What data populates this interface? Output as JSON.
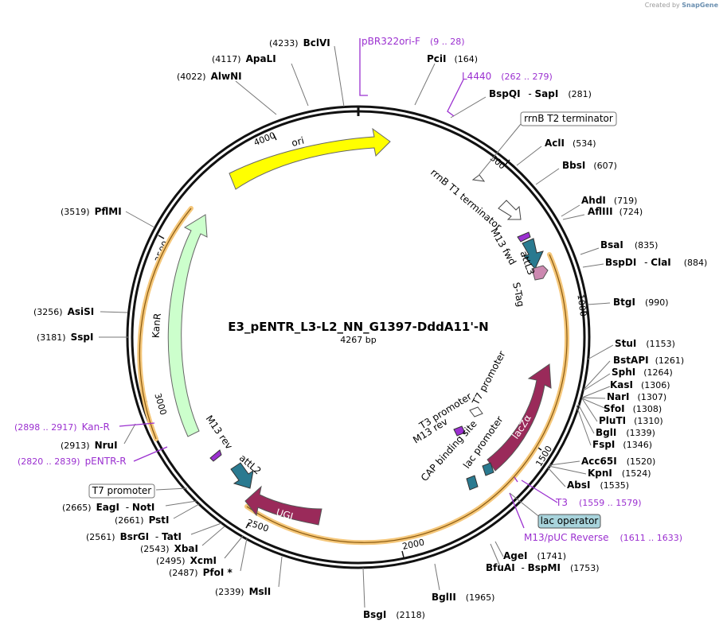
{
  "credit": {
    "prefix": "Created by",
    "brand": "SnapGene"
  },
  "plasmid": {
    "name": "E3_pENTR_L3-L2_NN_G1397-DddA11'-N",
    "length_label": "4267 bp"
  },
  "colors": {
    "backbone": "#111111",
    "primer": "#9b30d0",
    "enzyme": "#000000",
    "ori": "#ffff00",
    "kanr": "#ccffcc",
    "lacza": "#9a2a5a",
    "ugi": "#9a2a5a",
    "att": "#2a7a90",
    "stag": "#cc88b0",
    "halo": "#f5c77a"
  },
  "ticks": [
    "4000",
    "500",
    "1000",
    "1500",
    "2000",
    "2500",
    "3000",
    "3500"
  ],
  "enzymes": [
    {
      "name": "BclVI",
      "pos": "(4233)"
    },
    {
      "name": "PciI",
      "pos": "(164)"
    },
    {
      "name": "ApaLI",
      "pos": "(4117)"
    },
    {
      "name": "AlwNI",
      "pos": "(4022)"
    },
    {
      "name": "BspQI",
      "name2": "SapI",
      "pos": "(281)"
    },
    {
      "name": "AclI",
      "pos": "(534)"
    },
    {
      "name": "BbsI",
      "pos": "(607)"
    },
    {
      "name": "AhdI",
      "pos": "(719)"
    },
    {
      "name": "AflIII",
      "pos": "(724)"
    },
    {
      "name": "BsaI",
      "pos": "(835)"
    },
    {
      "name": "BspDI",
      "name2": "ClaI",
      "pos": "(884)"
    },
    {
      "name": "BtgI",
      "pos": "(990)"
    },
    {
      "name": "StuI",
      "pos": "(1153)"
    },
    {
      "name": "BstAPI",
      "pos": "(1261)"
    },
    {
      "name": "SphI",
      "pos": "(1264)"
    },
    {
      "name": "KasI",
      "pos": "(1306)"
    },
    {
      "name": "NarI",
      "pos": "(1307)"
    },
    {
      "name": "SfoI",
      "pos": "(1308)"
    },
    {
      "name": "PluTI",
      "pos": "(1310)"
    },
    {
      "name": "BglI",
      "pos": "(1339)"
    },
    {
      "name": "FspI",
      "pos": "(1346)"
    },
    {
      "name": "Acc65I",
      "pos": "(1520)"
    },
    {
      "name": "KpnI",
      "pos": "(1524)"
    },
    {
      "name": "AbsI",
      "pos": "(1535)"
    },
    {
      "name": "AgeI",
      "pos": "(1741)"
    },
    {
      "name": "BfuAI",
      "name2": "BspMI",
      "pos": "(1753)"
    },
    {
      "name": "BglII",
      "pos": "(1965)"
    },
    {
      "name": "BsgI",
      "pos": "(2118)"
    },
    {
      "name": "MslI",
      "pos": "(2339)"
    },
    {
      "name": "PfoI *",
      "pos": "(2487)"
    },
    {
      "name": "XcmI",
      "pos": "(2495)"
    },
    {
      "name": "XbaI",
      "pos": "(2543)"
    },
    {
      "name": "BsrGI",
      "name2": "TatI",
      "pos": "(2561)"
    },
    {
      "name": "PstI",
      "pos": "(2661)"
    },
    {
      "name": "EagI",
      "name2": "NotI",
      "pos": "(2665)"
    },
    {
      "name": "NruI",
      "pos": "(2913)"
    },
    {
      "name": "SspI",
      "pos": "(3181)"
    },
    {
      "name": "AsiSI",
      "pos": "(3256)"
    },
    {
      "name": "PflMI",
      "pos": "(3519)"
    }
  ],
  "primers": [
    {
      "name": "pBR322ori-F",
      "range": "(9 .. 28)"
    },
    {
      "name": "L4440",
      "range": "(262 .. 279)"
    },
    {
      "name": "T3",
      "range": "(1559 .. 1579)"
    },
    {
      "name": "M13/pUC Reverse",
      "range": "(1611 .. 1633)"
    },
    {
      "name": "Kan-R",
      "range": "(2898 .. 2917)"
    },
    {
      "name": "pENTR-R",
      "range": "(2820 .. 2839)"
    }
  ],
  "boxed_features": [
    {
      "name": "rrnB T2 terminator"
    },
    {
      "name": "lac operator"
    },
    {
      "name": "T7 promoter"
    }
  ],
  "features": [
    {
      "name": "ori"
    },
    {
      "name": "KanR"
    },
    {
      "name": "lacZα"
    },
    {
      "name": "UGI"
    },
    {
      "name": "attL3"
    },
    {
      "name": "attL2"
    },
    {
      "name": "S-Tag"
    },
    {
      "name": "M13 fwd"
    },
    {
      "name": "M13 rev"
    },
    {
      "name": "rrnB T1 terminator"
    },
    {
      "name": "T7 promoter"
    },
    {
      "name": "T3 promoter"
    },
    {
      "name": "M13 rev"
    },
    {
      "name": "lac promoter"
    },
    {
      "name": "CAP binding site"
    }
  ]
}
